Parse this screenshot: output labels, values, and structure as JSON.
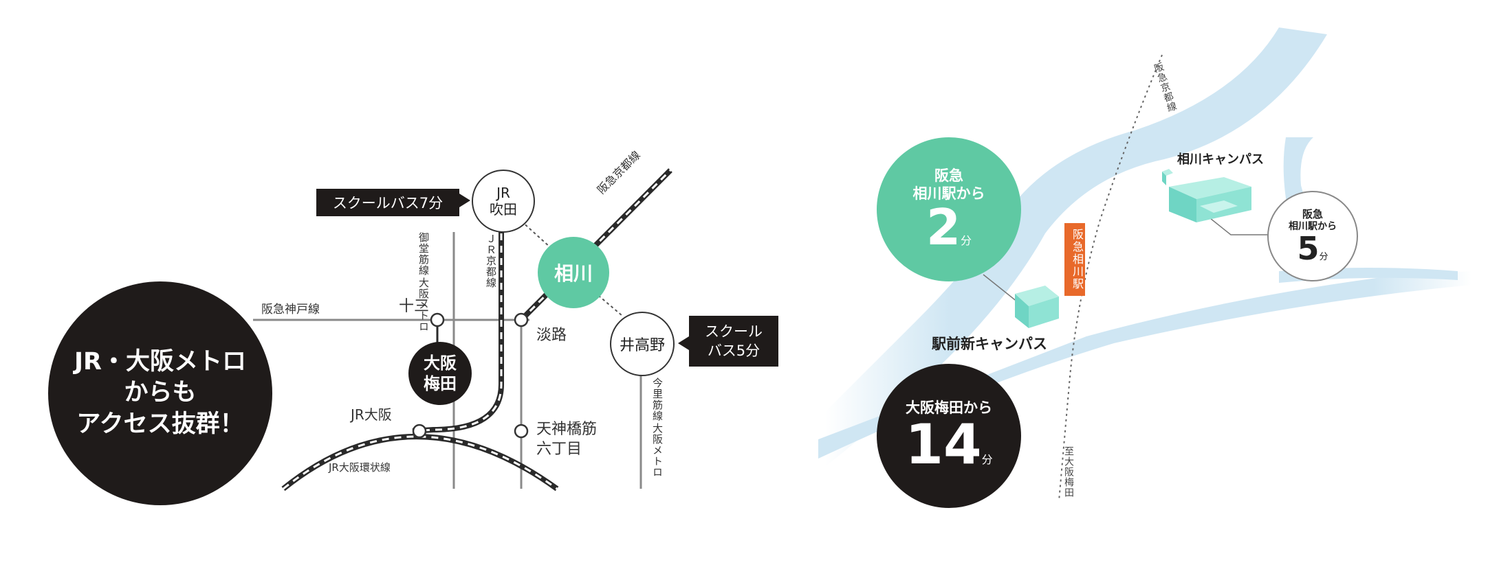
{
  "left_map": {
    "headline": [
      "JR・大阪メトロ",
      "からも",
      "アクセス抜群！"
    ],
    "stations": {
      "jr_suita": [
        "JR",
        "吹田"
      ],
      "aikawa": "相川",
      "igano": "井高野",
      "umeda": [
        "大阪",
        "梅田"
      ],
      "juso": "十三",
      "awaji": "淡路",
      "jr_osaka": "JR大阪",
      "tenjimbashi": [
        "天神橋筋",
        "六丁目"
      ]
    },
    "lines": {
      "hankyu_kobe": "阪急神戸線",
      "hankyu_kyoto": "阪急京都線",
      "metro_midosuji": [
        "大阪メトロ",
        "御堂筋線"
      ],
      "jr_kyoto": "ＪＲ京都線",
      "metro_imazatosuji": [
        "大阪メトロ",
        "今里筋線"
      ],
      "jr_loop": "JR大阪環状線"
    },
    "bus_tags": {
      "suita": "スクールバス7分",
      "igano": [
        "スクール",
        "バス5分"
      ]
    }
  },
  "right_map": {
    "green_badge": {
      "line1": "阪急",
      "line2": "相川駅から",
      "number": "2",
      "unit": "分"
    },
    "black_badge": {
      "line1": "大阪梅田から",
      "number": "14",
      "unit": "分"
    },
    "campus_badge": {
      "line1": "阪急",
      "line2": "相川駅から",
      "number": "5",
      "unit": "分"
    },
    "campus_label": "相川キャンパス",
    "ekimae_label": "駅前新キャンパス",
    "station_tag": "阪急相川駅",
    "railway_label": "阪急京都線",
    "to_umeda_label": "至大阪梅田"
  },
  "colors": {
    "black": "#1f1b1a",
    "green": "#5fc9a3",
    "river": "#cfe6f3",
    "station_orange": "#e8692a",
    "building": "#7fe0d0"
  }
}
